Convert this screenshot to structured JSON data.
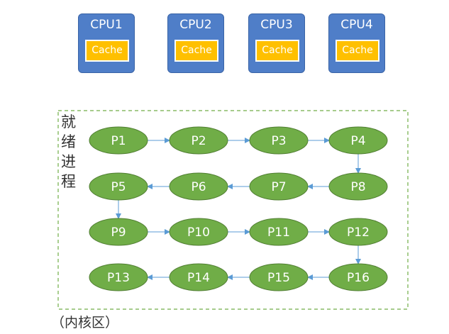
{
  "cpus": [
    {
      "label": "CPU1",
      "cache": "Cache"
    },
    {
      "label": "CPU2",
      "cache": "Cache"
    },
    {
      "label": "CPU3",
      "cache": "Cache"
    },
    {
      "label": "CPU4",
      "cache": "Cache"
    }
  ],
  "ready_queue": {
    "label": "就绪进程",
    "processes": [
      "P1",
      "P2",
      "P3",
      "P4",
      "P8",
      "P7",
      "P6",
      "P5",
      "P9",
      "P10",
      "P11",
      "P12",
      "P16",
      "P15",
      "P14",
      "P13"
    ]
  },
  "kernel_label": "（内核区）",
  "colors": {
    "cpu_fill": "#4f7ec8",
    "cache_fill": "#ffc000",
    "process_fill": "#70ad47",
    "process_stroke": "#507e32",
    "dashed_border": "#70ad47",
    "arrow": "#5b9bd5"
  }
}
